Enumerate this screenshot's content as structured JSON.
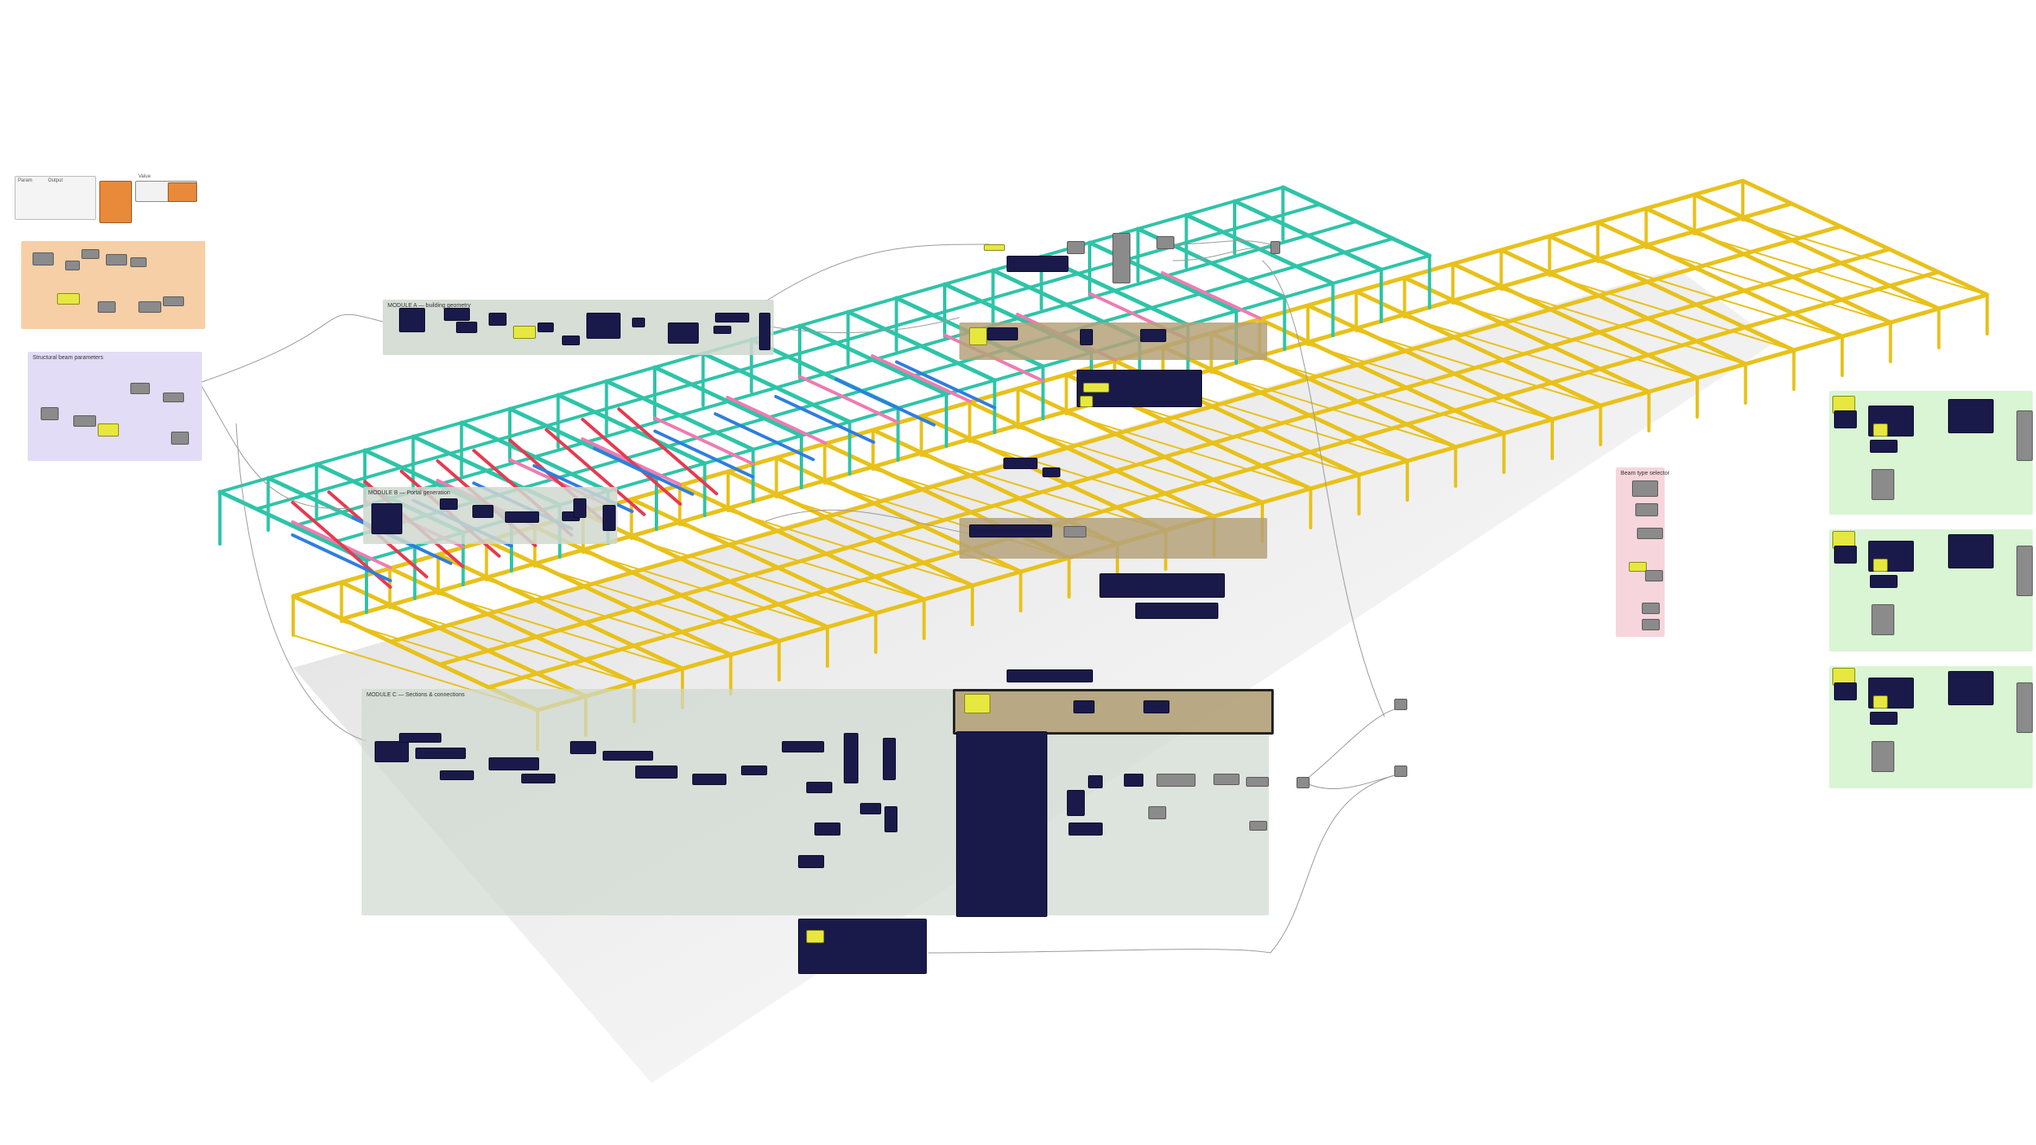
{
  "canvas": {
    "background": "#ffffff",
    "colors": {
      "frame_yellow": "#e8c11a",
      "frame_teal": "#2ec4a8",
      "frame_red": "#e8394f",
      "frame_pink": "#f07ab0",
      "frame_blue": "#2f7de0",
      "node_dark": "#1a1a4a",
      "node_grey": "#8b8b8b",
      "panel_yellow": "#e6e840",
      "wire": "#9a9a9a"
    }
  },
  "groups": [
    {
      "id": "g-orange",
      "label": "",
      "color": "#f6cfa6"
    },
    {
      "id": "g-lavender",
      "label": "Structural beam parameters",
      "color": "#e3dcf7"
    },
    {
      "id": "g-module-a",
      "label": "MODULE A — building geometry",
      "color": "#cfd8cf"
    },
    {
      "id": "g-module-b",
      "label": "MODULE B — Portal generation",
      "color": "#cfd8cf"
    },
    {
      "id": "g-brown-1",
      "label": "",
      "color": "#b5a27a"
    },
    {
      "id": "g-brown-2",
      "label": "",
      "color": "#b5a27a"
    },
    {
      "id": "g-brown-3",
      "label": "",
      "color": "#b5a27a"
    },
    {
      "id": "g-main",
      "label": "MODULE C — Sections & connections",
      "color": "#cfd8cf"
    },
    {
      "id": "g-pink",
      "label": "Beam type selector",
      "color": "#f7d5dc"
    },
    {
      "id": "g-green-1",
      "label": "",
      "color": "#d9f5d4"
    },
    {
      "id": "g-green-2",
      "label": "",
      "color": "#d9f5d4"
    },
    {
      "id": "g-green-3",
      "label": "",
      "color": "#d9f5d4"
    }
  ],
  "legend": {
    "header_left": "Param",
    "header_mid": "Output",
    "header_right": "Value"
  }
}
